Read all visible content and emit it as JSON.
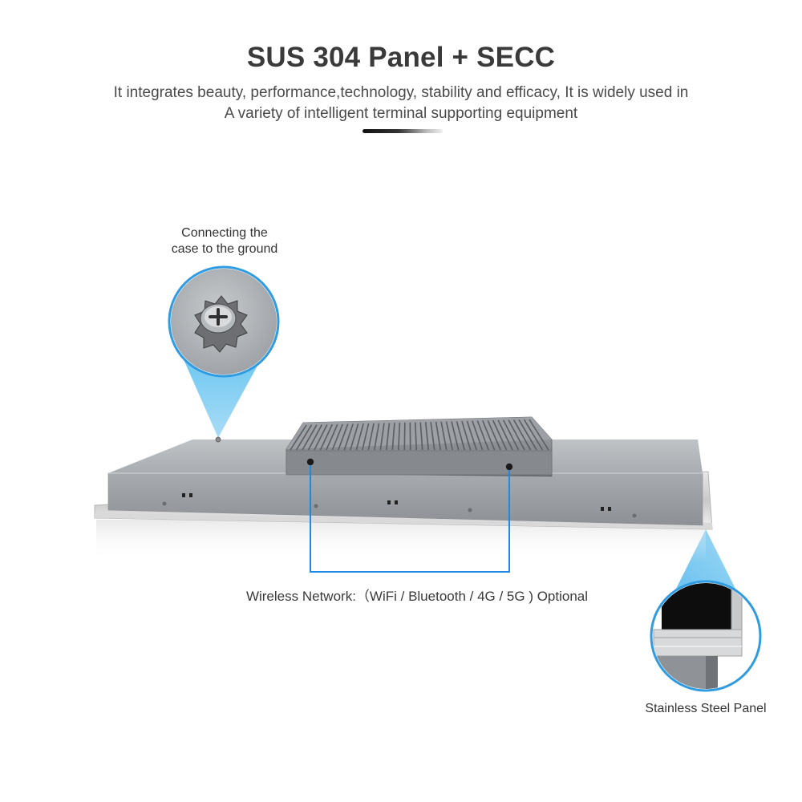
{
  "header": {
    "title": "SUS 304 Panel + SECC",
    "subtitle_line1": "It integrates beauty, performance,technology, stability and efficacy, It is widely used in",
    "subtitle_line2": "A variety of intelligent terminal supporting equipment"
  },
  "callouts": {
    "ground": {
      "line1": "Connecting the",
      "line2": "case to the ground",
      "icon": "ground-screw-icon"
    },
    "wireless": {
      "text": "Wireless Network:（WiFi / Bluetooth / 4G / 5G ) Optional"
    },
    "steel": {
      "text": "Stainless Steel Panel",
      "icon": "steel-edge-icon"
    }
  },
  "colors": {
    "accent": "#1e88e5",
    "callout_light": "#7ccbf2",
    "case": "#9ea2a6",
    "heatsink": "#7f8387"
  }
}
